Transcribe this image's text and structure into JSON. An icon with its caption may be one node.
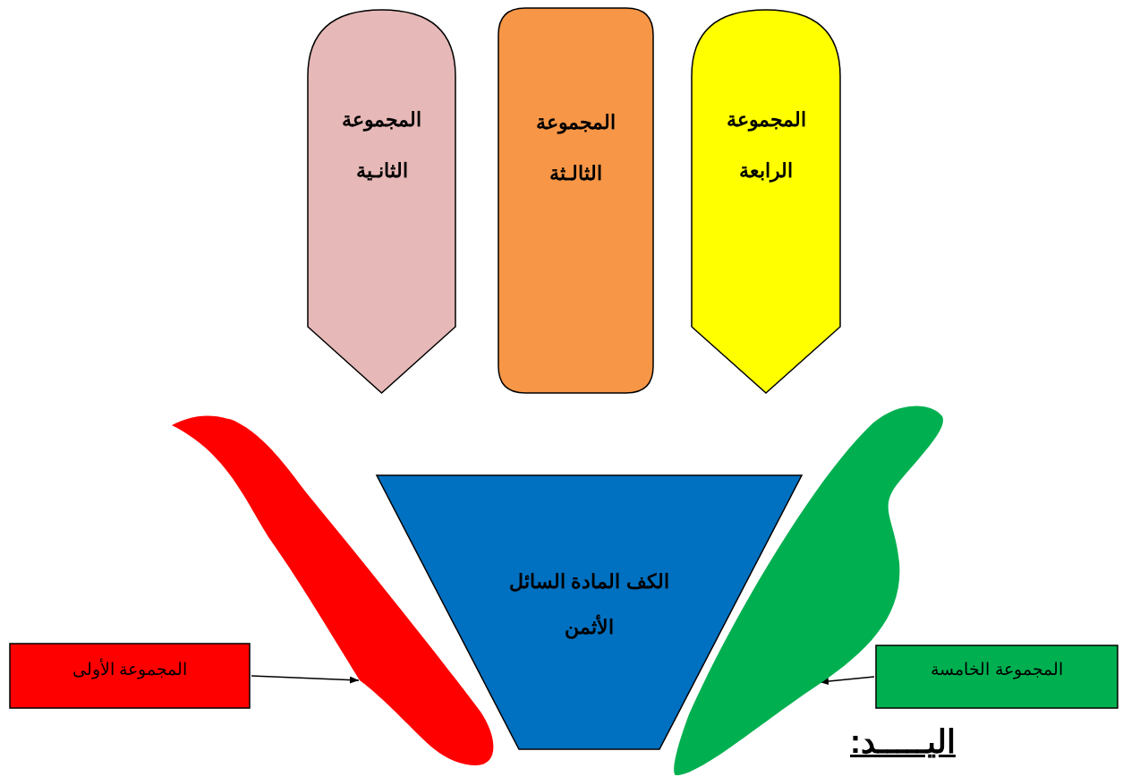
{
  "diagram": {
    "title": "اليـــــد:",
    "nodes": [
      {
        "text": [
          "المجموعة الثانـية"
        ]
      },
      {
        "text": [
          "المجموعة الثالـثة"
        ]
      },
      {
        "text": [
          "المجموعة الرابعة"
        ]
      },
      {
        "text": [
          "الكف المادة السائل الأثمن"
        ]
      },
      {
        "text": [
          "المجموعة الأولى"
        ]
      },
      {
        "text": [],
        "shape": "finger"
      },
      {
        "text": [],
        "shape": "finger"
      },
      {
        "text": [
          "المجموعة الخامسة"
        ]
      }
    ],
    "edges": [
      {
        "from": 4,
        "to": 5,
        "arrow": "to"
      },
      {
        "from": 7,
        "to": 6,
        "arrow": "to"
      }
    ]
  }
}
